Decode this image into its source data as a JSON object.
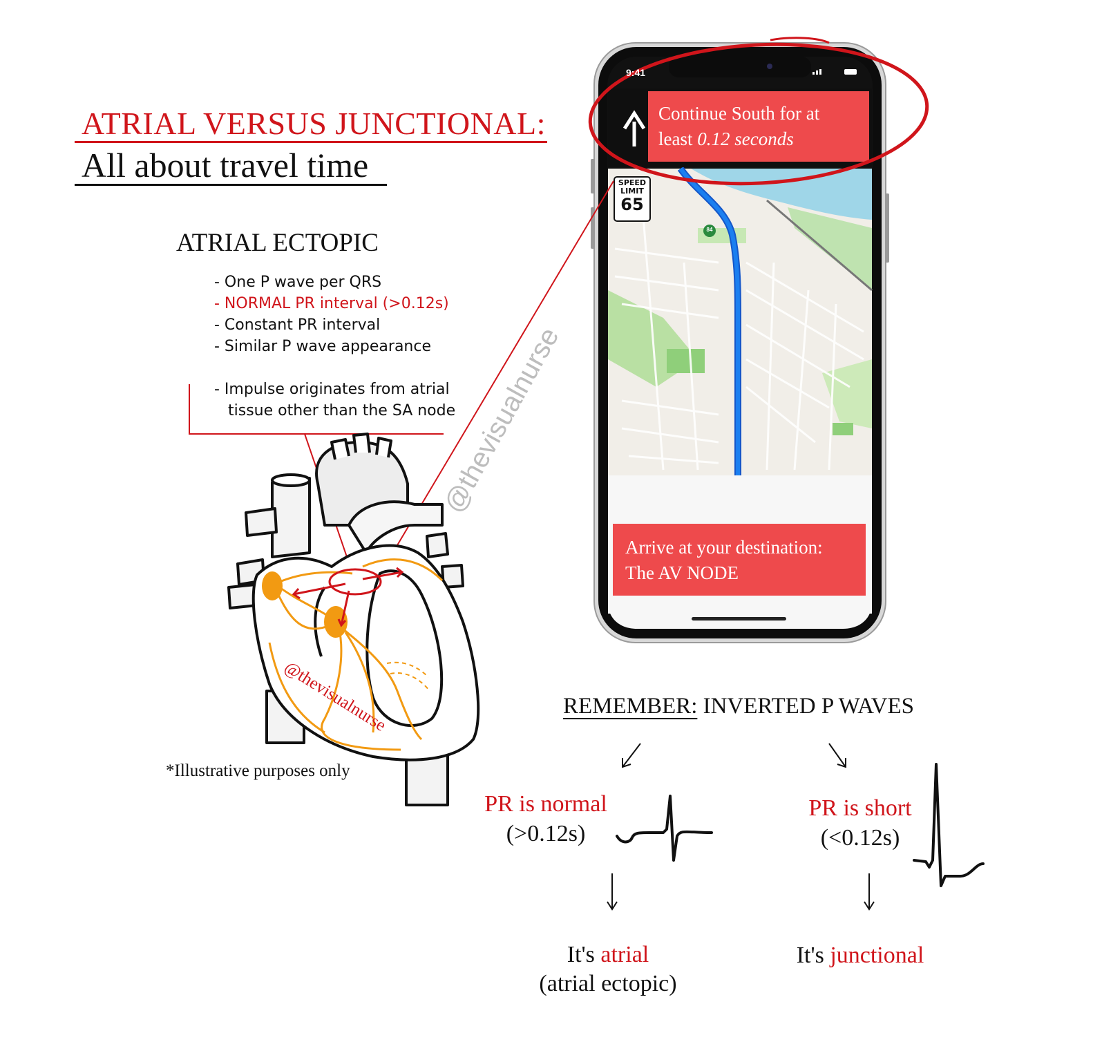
{
  "header": {
    "title": "ATRIAL VERSUS JUNCTIONAL:",
    "subtitle": "All about travel time"
  },
  "atrial_ectopic": {
    "heading": "ATRIAL ECTOPIC",
    "bullets": [
      "- One P wave per QRS",
      "- NORMAL PR interval (>0.12s)",
      "- Constant PR interval",
      "- Similar P wave appearance"
    ],
    "origin_line1": "- Impulse originates from atrial",
    "origin_line2": "tissue other than the SA node"
  },
  "watermark": "@thevisualnurse",
  "heart_watermark": "@thevisualnurse",
  "footnote": "*Illustrative purposes only",
  "phone": {
    "time": "9:41",
    "nav_line1": "Continue South for at",
    "nav_line2_prefix": "least ",
    "nav_line2_value": "0.12 seconds",
    "speed_limit_label1": "SPEED",
    "speed_limit_label2": "LIMIT",
    "speed_limit_value": "65",
    "highway_shield": "84",
    "arrive_line1": "Arrive at your destination:",
    "arrive_line2": "The AV NODE"
  },
  "remember": {
    "label": "REMEMBER:",
    "text": "INVERTED P WAVES"
  },
  "left_branch": {
    "condition": "PR is normal",
    "value": "(>0.12s)",
    "result_prefix": "It's",
    "result_word": "atrial",
    "result_note": "(atrial ectopic)"
  },
  "right_branch": {
    "condition": "PR is short",
    "value": "(<0.12s)",
    "result_prefix": "It's",
    "result_word": "junctional"
  },
  "colors": {
    "accent_red": "#d0151b",
    "banner_red": "#ee4a4c",
    "conduction_orange": "#f29a12",
    "route_blue": "#1b7ff0"
  }
}
